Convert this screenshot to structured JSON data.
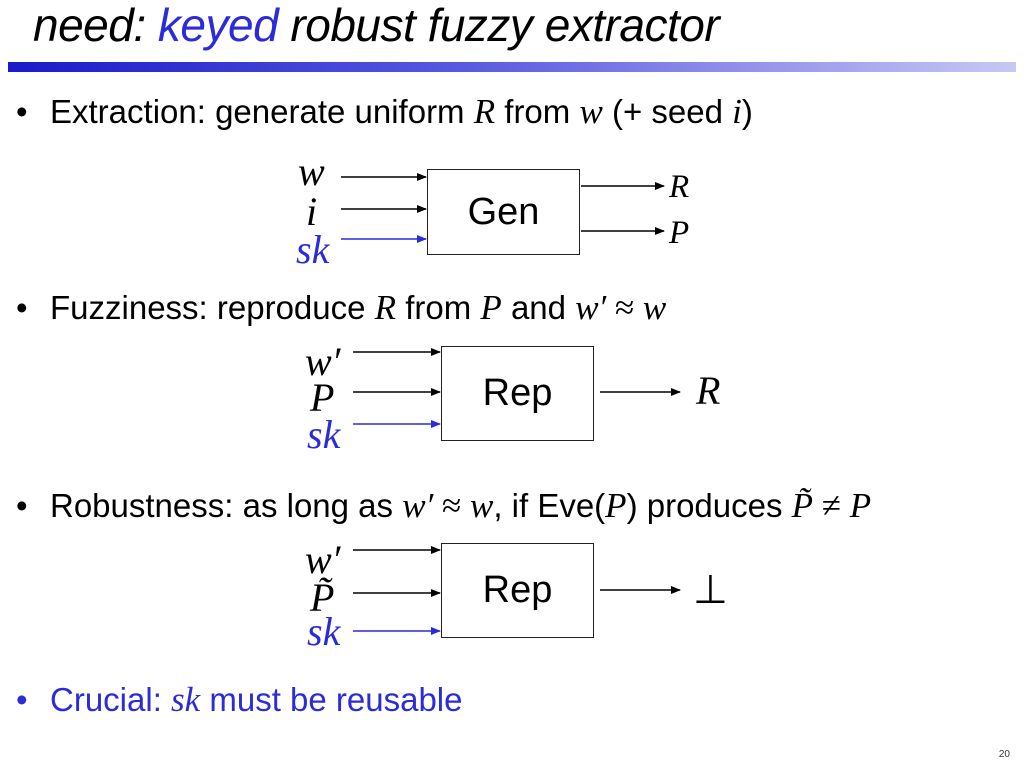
{
  "title": {
    "part1": "need: ",
    "part2": "keyed",
    "part3": " robust fuzzy extractor"
  },
  "bullets": {
    "b1": {
      "t1": "Extraction: generate uniform ",
      "v1": "R",
      "t2": " from ",
      "v2": "w",
      "t3": " (+ seed ",
      "v3": "i",
      "t4": ")"
    },
    "b2": {
      "t1": "Fuzziness: reproduce ",
      "v1": "R",
      "t2": " from ",
      "v2": "P",
      "t3": " and ",
      "v3": "w′",
      "sym": " ≈ ",
      "v4": "w"
    },
    "b3": {
      "t1": "Robustness: as long as ",
      "v1": "w′",
      "sym": " ≈ ",
      "v2": "w",
      "t2": ", if Eve(",
      "v3": "P",
      "t3": ") produces ",
      "v4": "P̃",
      "sym2": " ≠ ",
      "v5": "P"
    },
    "b4": {
      "t1": "Crucial: ",
      "v1": "sk",
      "t2": " must be reusable"
    }
  },
  "gen": {
    "label": "Gen",
    "in1": "w",
    "in2": "i",
    "in3": "sk",
    "out1": "R",
    "out2": "P"
  },
  "rep1": {
    "label": "Rep",
    "in1": "w′",
    "in2": "P",
    "in3": "sk",
    "out": "R"
  },
  "rep2": {
    "label": "Rep",
    "in1": "w′",
    "in2": "P̃",
    "in3": "sk",
    "out": "⊥"
  },
  "page_number": "20",
  "colors": {
    "accent_blue": "#2b2bd9",
    "rule_start": "#1a1ac8",
    "rule_end": "#c8c8f4"
  }
}
